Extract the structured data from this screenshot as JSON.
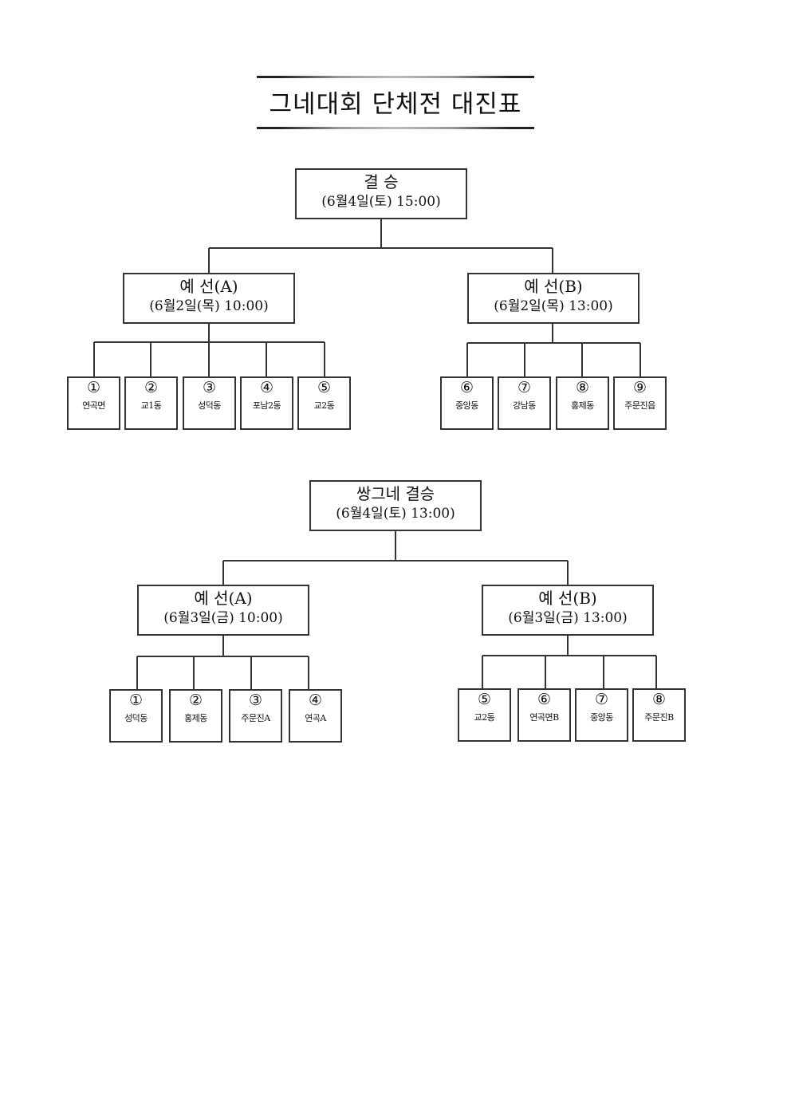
{
  "title": "그네대회 단체전 대진표",
  "bracket1": {
    "final": {
      "label": "결 승",
      "schedule": "(6월4일(토) 15:00)"
    },
    "groupA": {
      "label": "예 선(A)",
      "schedule": "(6월2일(목) 10:00)"
    },
    "groupB": {
      "label": "예 선(B)",
      "schedule": "(6월2일(목) 13:00)"
    },
    "teams": [
      {
        "num": "①",
        "name": "연곡면"
      },
      {
        "num": "②",
        "name": "교1동"
      },
      {
        "num": "③",
        "name": "성덕동"
      },
      {
        "num": "④",
        "name": "포남2동"
      },
      {
        "num": "⑤",
        "name": "교2동"
      },
      {
        "num": "⑥",
        "name": "중앙동"
      },
      {
        "num": "⑦",
        "name": "강남동"
      },
      {
        "num": "⑧",
        "name": "홍제동"
      },
      {
        "num": "⑨",
        "name": "주문진읍"
      }
    ]
  },
  "bracket2": {
    "final": {
      "label": "쌍그네 결승",
      "schedule": "(6월4일(토) 13:00)"
    },
    "groupA": {
      "label": "예 선(A)",
      "schedule": "(6월3일(금) 10:00)"
    },
    "groupB": {
      "label": "예 선(B)",
      "schedule": "(6월3일(금) 13:00)"
    },
    "teams": [
      {
        "num": "①",
        "name": "성덕동"
      },
      {
        "num": "②",
        "name": "홍제동"
      },
      {
        "num": "③",
        "name": "주문진A"
      },
      {
        "num": "④",
        "name": "연곡A"
      },
      {
        "num": "⑤",
        "name": "교2동"
      },
      {
        "num": "⑥",
        "name": "연곡면B"
      },
      {
        "num": "⑦",
        "name": "중앙동"
      },
      {
        "num": "⑧",
        "name": "주문진B"
      }
    ]
  }
}
